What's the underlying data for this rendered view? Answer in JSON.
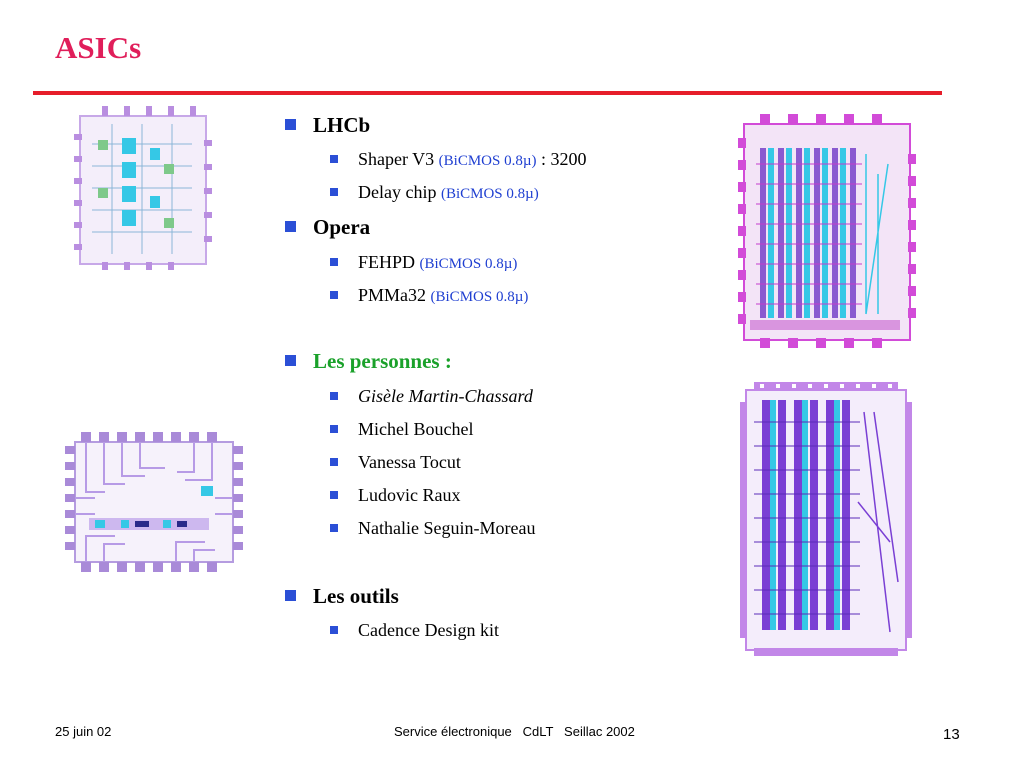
{
  "title": "ASICs",
  "sections": [
    {
      "label": "LHCb",
      "items": [
        {
          "name": "Shaper V3 ",
          "tech": "(BiCMOS 0.8µ)",
          "suffix": " : 3200"
        },
        {
          "name": "Delay chip ",
          "tech": "(BiCMOS 0.8µ)",
          "suffix": ""
        }
      ]
    },
    {
      "label": "Opera",
      "items": [
        {
          "name": "FEHPD ",
          "tech": "(BiCMOS 0.8µ)",
          "suffix": ""
        },
        {
          "name": "PMMa32 ",
          "tech": "(BiCMOS 0.8µ)",
          "suffix": ""
        }
      ]
    },
    {
      "label": "Les personnes :",
      "items": [
        {
          "name": "Gisèle Martin-Chassard"
        },
        {
          "name": "Michel Bouchel"
        },
        {
          "name": "Vanessa Tocut"
        },
        {
          "name": "Ludovic Raux"
        },
        {
          "name": "Nathalie Seguin-Moreau"
        }
      ]
    },
    {
      "label": "Les outils",
      "items": [
        {
          "name": "Cadence Design kit"
        }
      ]
    }
  ],
  "footer": {
    "date": "25 juin 02",
    "center": "Service électronique   CdLT   Seillac 2002",
    "page": "13"
  },
  "colors": {
    "title": "#e01e5a",
    "rule": "#e61d2a",
    "bullet": "#2b4fd6",
    "tech": "#1f3fd1",
    "highlight": "#1aa12a",
    "layout_magenta": "#d24bd8",
    "layout_cyan": "#35c8e6",
    "layout_violet": "#a98ad8"
  }
}
